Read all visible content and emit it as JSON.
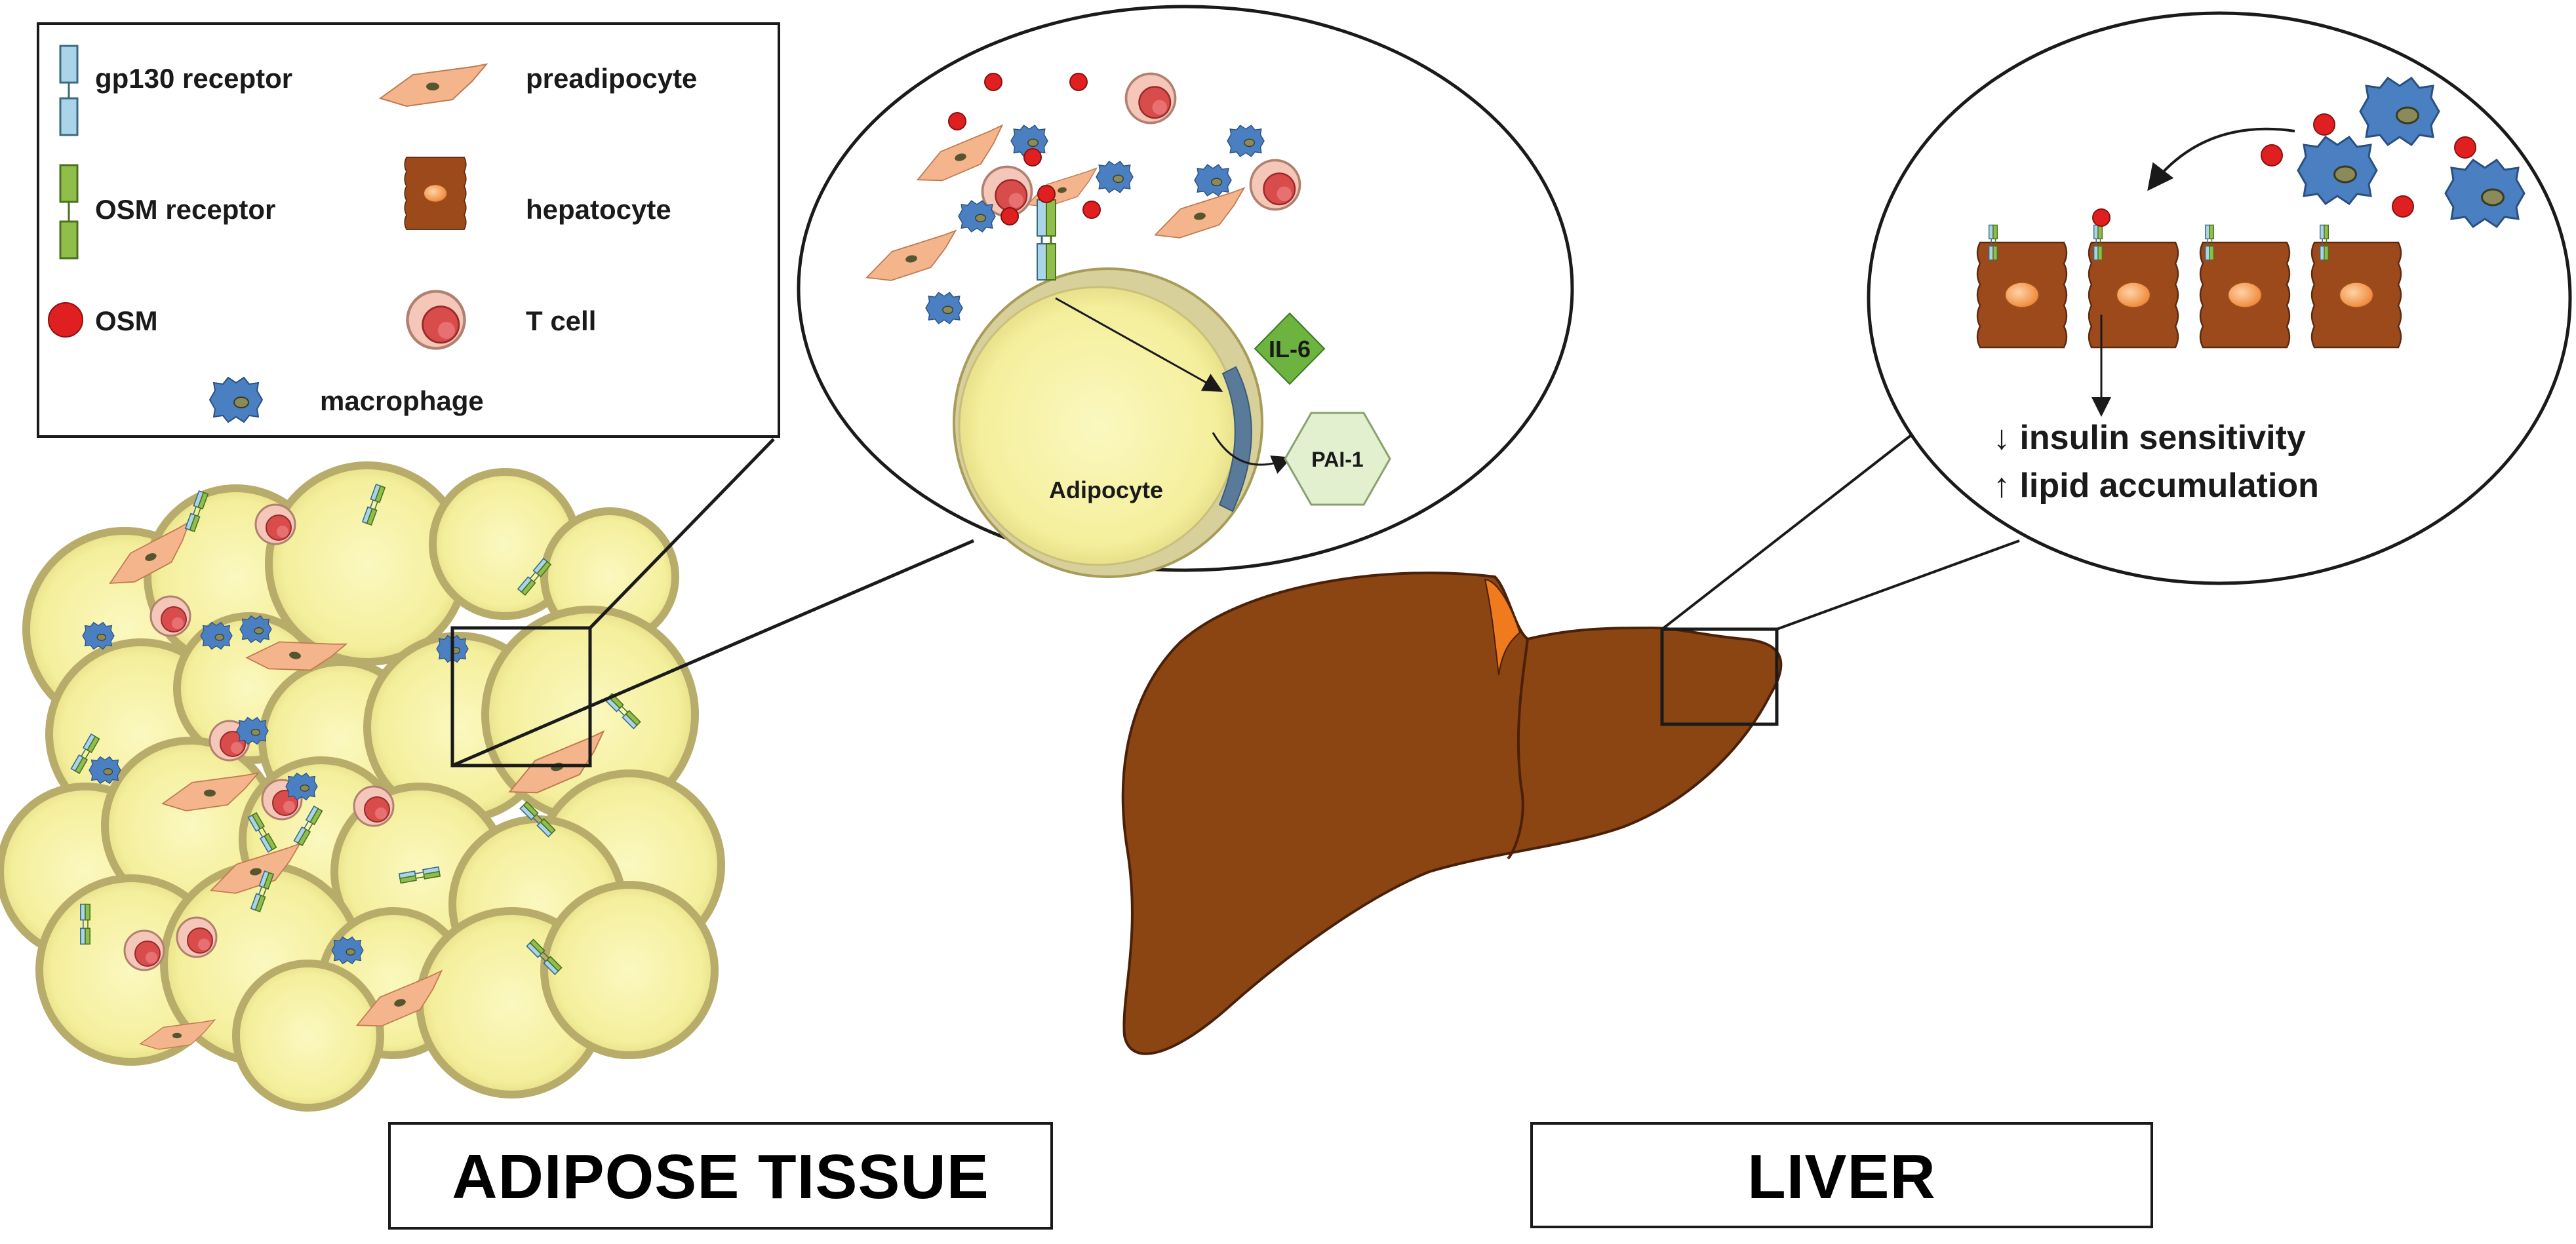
{
  "legend": {
    "gp130": "gp130 receptor",
    "preadipocyte": "preadipocyte",
    "osm_receptor": "OSM receptor",
    "hepatocyte": "hepatocyte",
    "osm": "OSM",
    "tcell": "T cell",
    "macrophage": "macrophage"
  },
  "inset_adipose": {
    "cell_label": "Adipocyte",
    "il6": "IL-6",
    "pai1": "PAI-1"
  },
  "inset_liver": {
    "effect1": "↓ insulin sensitivity",
    "effect2": "↑ lipid accumulation"
  },
  "labels": {
    "adipose": "ADIPOSE TISSUE",
    "liver": "LIVER"
  },
  "colors": {
    "adipocyte_fill": "#f7f3a6",
    "adipocyte_rim": "#c9bf7c",
    "preadipocyte": "#f4b58c",
    "macrophage": "#4a7fc1",
    "osm": "#e02020",
    "tcell_outer": "#f5c7b8",
    "tcell_inner": "#d94c4c",
    "hepatocyte": "#9c4a1c",
    "liver": "#8b4513",
    "liver_ligament": "#f07a1e",
    "gp130": "#aad4e8",
    "osm_receptor": "#8fbf4a",
    "il6": "#6db33f",
    "pai1": "#e3f0d0"
  }
}
